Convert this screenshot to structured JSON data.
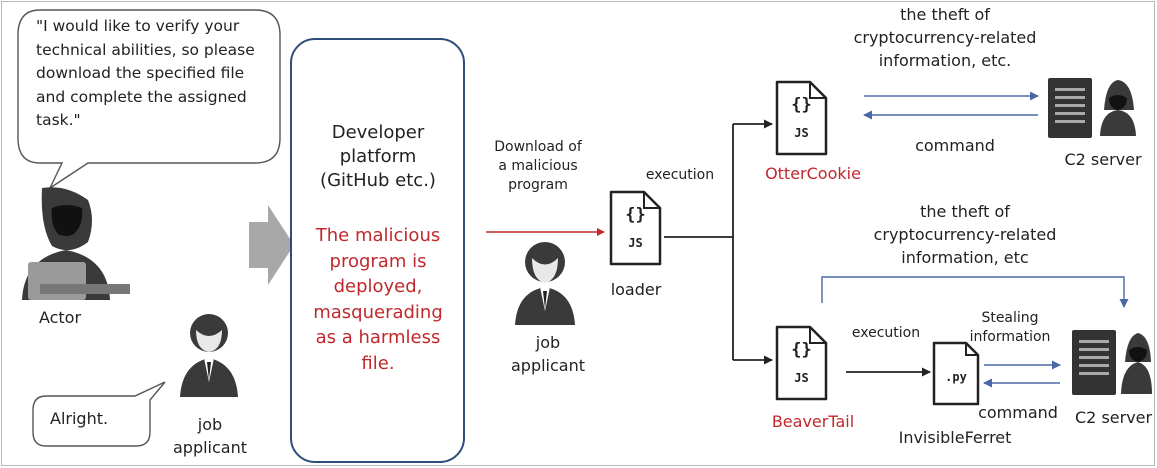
{
  "actor": {
    "speech": "\"I would like to verify your technical abilities, so please download the specified file and complete the assigned task.\"",
    "label": "Actor"
  },
  "applicant_left": {
    "speech": "Alright.",
    "label": "job\napplicant"
  },
  "platform": {
    "title": "Developer\nplatform\n(GitHub etc.)",
    "description": "The malicious\nprogram is\ndeployed,\nmasquerading\nas a harmless\nfile."
  },
  "download_label": "Download of\na malicious\nprogram",
  "applicant_mid_label": "job\napplicant",
  "loader": {
    "icon": "{}",
    "ext": "JS",
    "label": "loader"
  },
  "execution_top": "execution",
  "execution_bottom": "execution",
  "ottercookie": {
    "icon": "{}",
    "ext": "JS",
    "label": "OtterCookie"
  },
  "beavertail": {
    "icon": "{}",
    "ext": "JS",
    "label": "BeaverTail"
  },
  "invisibleferret": {
    "ext": ".py",
    "label": "InvisibleFerret"
  },
  "theft_top": "the theft of\ncryptocurrency-related\ninformation, etc.",
  "theft_bottom": "the theft of\ncryptocurrency-related\ninformation, etc",
  "command_top": "command",
  "command_bottom": "command",
  "stealing": "Stealing\ninformation",
  "c2_top": "C2 server",
  "c2_bottom": "C2 server",
  "colors": {
    "accent_red": "#c0282d",
    "flow_blue": "#4a68a8",
    "platform_border": "#2f4d7a"
  }
}
